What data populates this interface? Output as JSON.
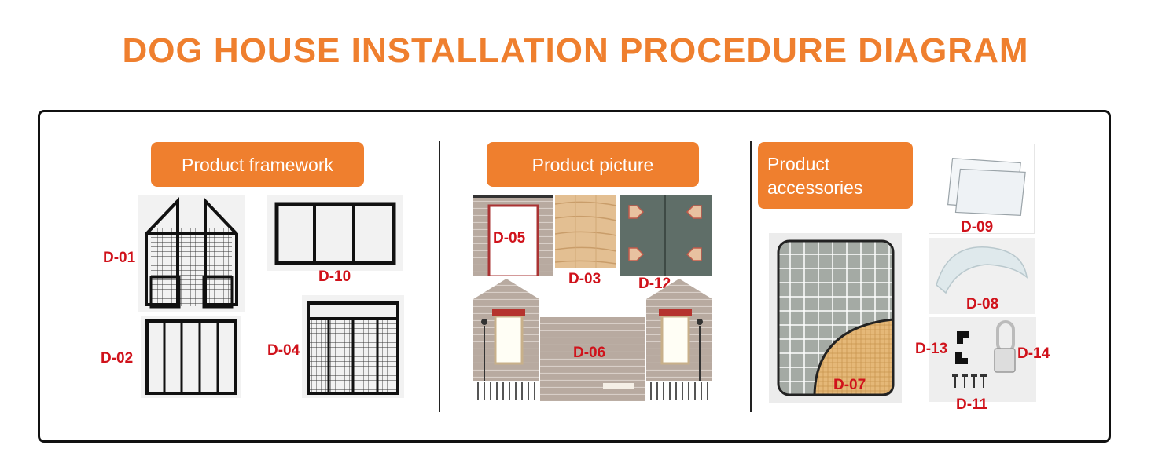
{
  "title": "DOG HOUSE INSTALLATION PROCEDURE DIAGRAM",
  "sections": {
    "framework": {
      "label": "Product framework"
    },
    "picture": {
      "label": "Product picture"
    },
    "accessories": {
      "label_line1": "Product",
      "label_line2": "accessories"
    }
  },
  "parts": {
    "d01": "D-01",
    "d10": "D-10",
    "d02": "D-02",
    "d04": "D-04",
    "d05": "D-05",
    "d03": "D-03",
    "d12": "D-12",
    "d06": "D-06",
    "d09": "D-09",
    "d08": "D-08",
    "d07": "D-07",
    "d13": "D-13",
    "d14": "D-14",
    "d11": "D-11"
  },
  "colors": {
    "accent": "#ef7f2e",
    "part_label": "#d0121b"
  }
}
